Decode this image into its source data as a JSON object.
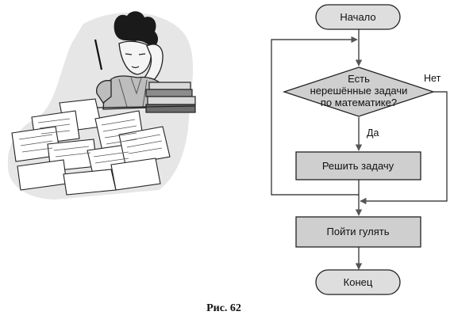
{
  "figure": {
    "caption": "Рис. 62"
  },
  "illustration": {
    "subject": "boy-at-desk-with-papers"
  },
  "flowchart": {
    "start_label": "Начало",
    "decision": {
      "line1": "Есть",
      "line2": "нерешённые задачи",
      "line3": "по математике?"
    },
    "yes_label": "Да",
    "no_label": "Нет",
    "process1_label": "Решить задачу",
    "process2_label": "Пойти гулять",
    "end_label": "Конец"
  },
  "colors": {
    "terminal_fill": "#dedede",
    "process_fill": "#cfcfcf",
    "decision_fill": "#cfcfcf",
    "line": "#222222",
    "arrow": "#555555"
  }
}
